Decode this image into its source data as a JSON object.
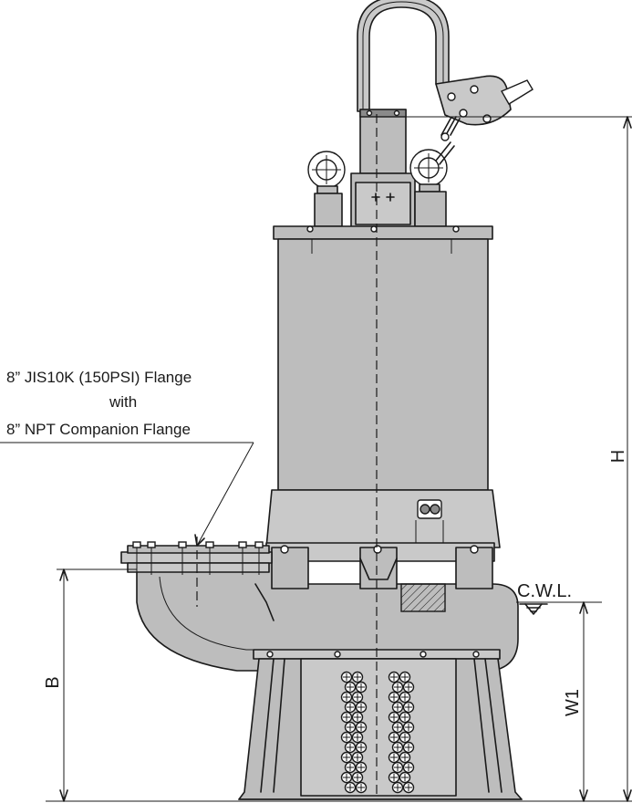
{
  "annotation": {
    "line1": "8” JIS10K (150PSI) Flange",
    "line2": "with",
    "line3": "8” NPT Companion Flange"
  },
  "dimensions": {
    "height": "H",
    "bottom_to_discharge": "B",
    "water_level_height": "W1",
    "water_level": "C.W.L."
  },
  "colors": {
    "line": "#1a1a1a",
    "body_fill": "#bdbdbd"
  }
}
